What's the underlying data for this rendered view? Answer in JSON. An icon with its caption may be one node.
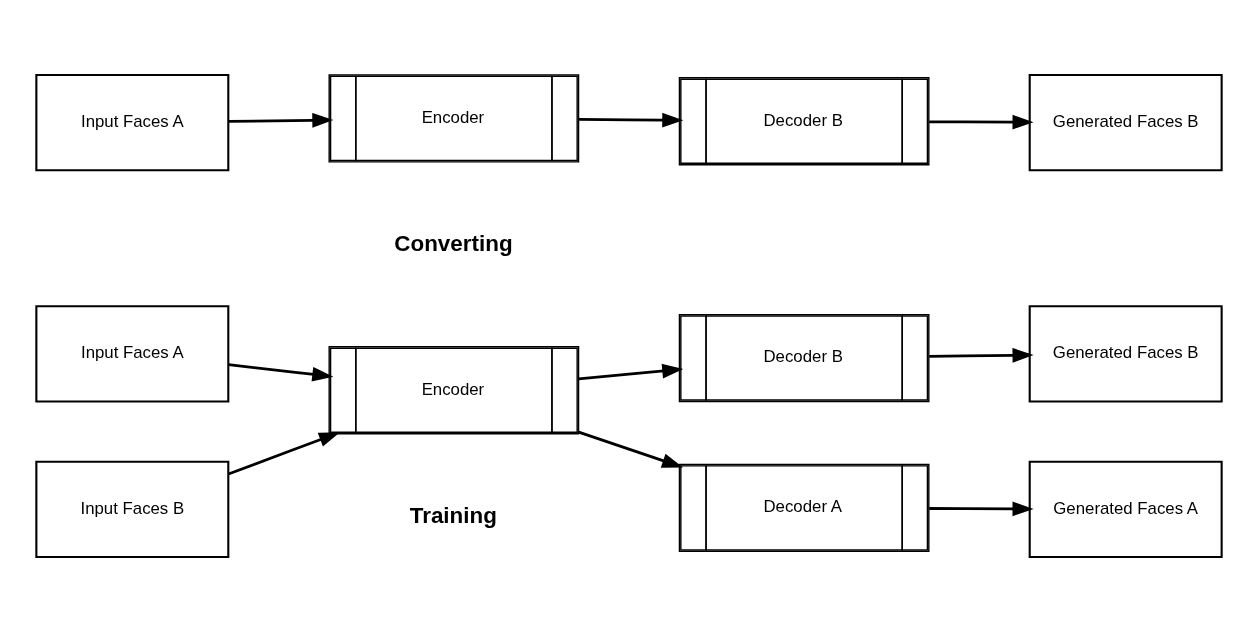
{
  "diagram": {
    "nodes": [
      {
        "text": [
          "Input Faces A"
        ]
      },
      {
        "text": [
          "Input Faces B"
        ]
      },
      {
        "text": [
          "Encoder"
        ]
      },
      {
        "text": [
          "Decoder A"
        ]
      },
      {
        "text": [
          "Decoder B"
        ]
      },
      {
        "text": [
          "Generated Faces A"
        ]
      },
      {
        "text": [
          "Generated Faces B"
        ]
      },
      {
        "text": [
          "Input Faces A"
        ]
      },
      {
        "text": [
          "Encoder"
        ]
      },
      {
        "text": [
          "Decoder B"
        ]
      },
      {
        "text": [
          "Generated Faces B"
        ]
      }
    ],
    "edges": [
      {
        "from": 0,
        "to": 2,
        "arrow": "to"
      },
      {
        "from": 1,
        "to": 2,
        "arrow": "to"
      },
      {
        "from": 2,
        "to": 3,
        "arrow": "to"
      },
      {
        "from": 2,
        "to": 4,
        "arrow": "to"
      },
      {
        "from": 3,
        "to": 5,
        "arrow": "to"
      },
      {
        "from": 4,
        "to": 6,
        "arrow": "to"
      },
      {
        "from": 7,
        "to": 8,
        "arrow": "to"
      },
      {
        "from": 8,
        "to": 9,
        "arrow": "to"
      },
      {
        "from": 9,
        "to": 10,
        "arrow": "to"
      }
    ],
    "labels": [
      "Training",
      "Converting"
    ]
  }
}
